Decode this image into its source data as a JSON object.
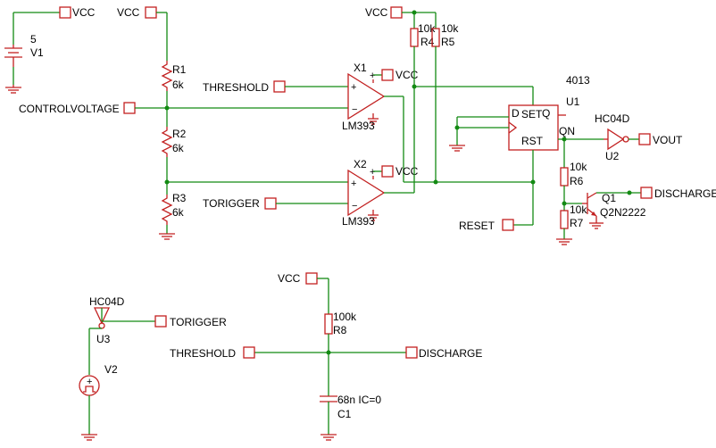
{
  "nets": {
    "vcc": "VCC",
    "control_voltage": "CONTROLVOLTAGE",
    "threshold": "THRESHOLD",
    "trigger": "TORIGGER",
    "reset": "RESET",
    "vout": "VOUT",
    "discharge": "DISCHARGE"
  },
  "components": {
    "v1": {
      "ref": "V1",
      "value": "5"
    },
    "r1": {
      "ref": "R1",
      "value": "6k"
    },
    "r2": {
      "ref": "R2",
      "value": "6k"
    },
    "r3": {
      "ref": "R3",
      "value": "6k"
    },
    "r4": {
      "ref": "R4",
      "value": "10k"
    },
    "r5": {
      "ref": "R5",
      "value": "10k"
    },
    "r6": {
      "ref": "R6",
      "value": "10k"
    },
    "r7": {
      "ref": "R7",
      "value": "10k"
    },
    "r8": {
      "ref": "R8",
      "value": "100k"
    },
    "c1": {
      "ref": "C1",
      "value": "68n IC=0"
    },
    "x1": {
      "ref": "X1",
      "part": "LM393"
    },
    "x2": {
      "ref": "X2",
      "part": "LM393"
    },
    "u1": {
      "ref": "U1",
      "part": "4013",
      "pin_set": "SET",
      "pin_q": "Q",
      "pin_d": "D",
      "pin_qn": "QN",
      "pin_rst": "RST"
    },
    "u2": {
      "ref": "U2",
      "part": "HC04D"
    },
    "u3": {
      "ref": "U3",
      "part": "HC04D"
    },
    "q1": {
      "ref": "Q1",
      "part": "Q2N2222"
    },
    "v2": {
      "ref": "V2"
    }
  },
  "colors": {
    "wire": "#138a13",
    "component": "#c22020",
    "text": "#000000"
  }
}
